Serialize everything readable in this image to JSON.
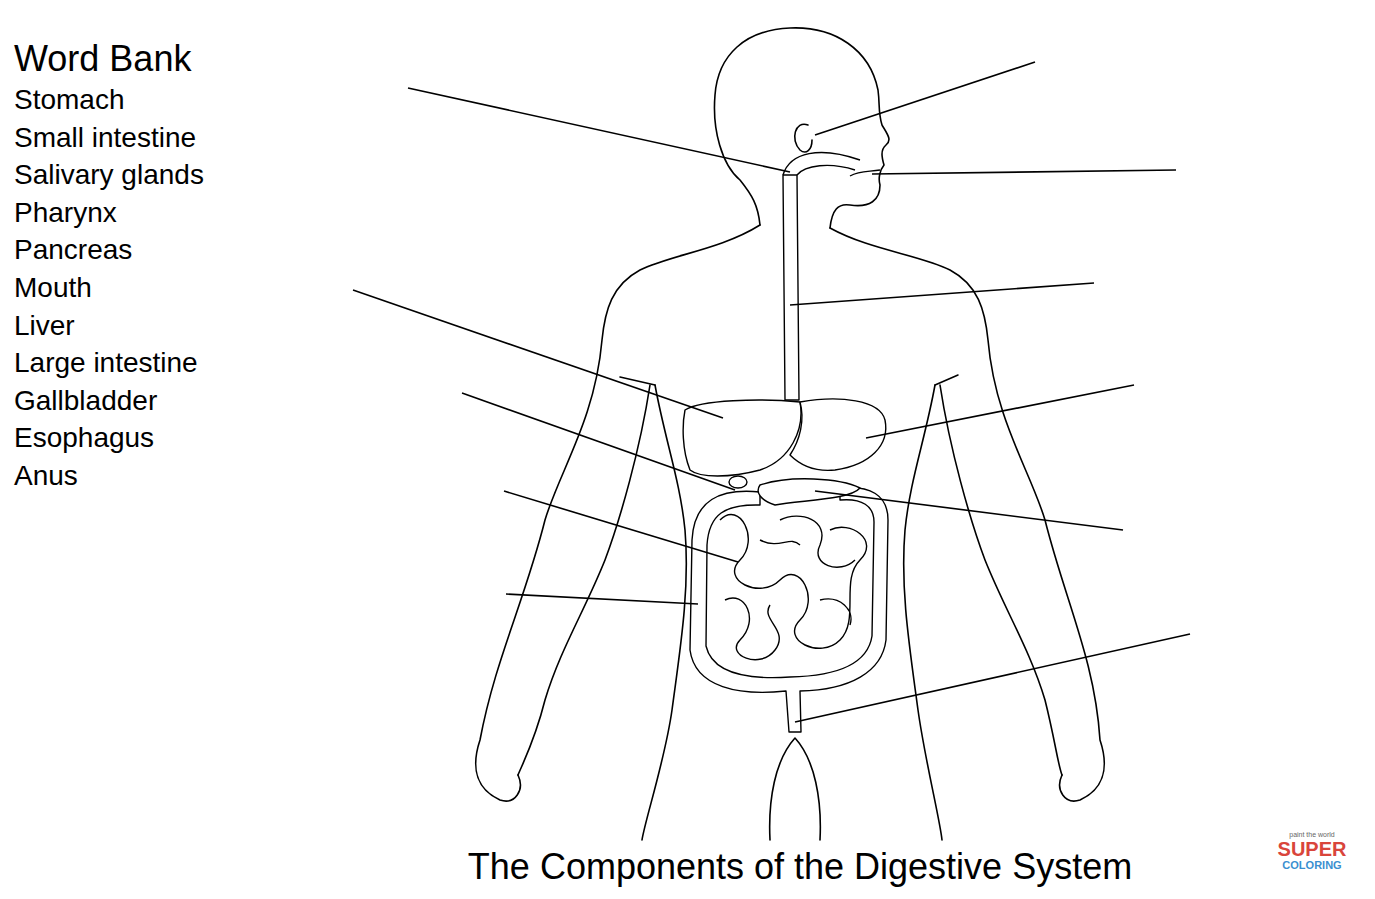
{
  "diagram": {
    "caption": "The Components of the Digestive System",
    "labels": [
      "Word Bank",
      "Stomach",
      "Small intestine",
      "Salivary glands",
      "Pharynx",
      "Pancreas",
      "Mouth",
      "Liver",
      "Large intestine",
      "Gallbladder",
      "Esophagus",
      "Anus",
      "paint the world",
      "SUPER",
      "COLORING"
    ]
  }
}
